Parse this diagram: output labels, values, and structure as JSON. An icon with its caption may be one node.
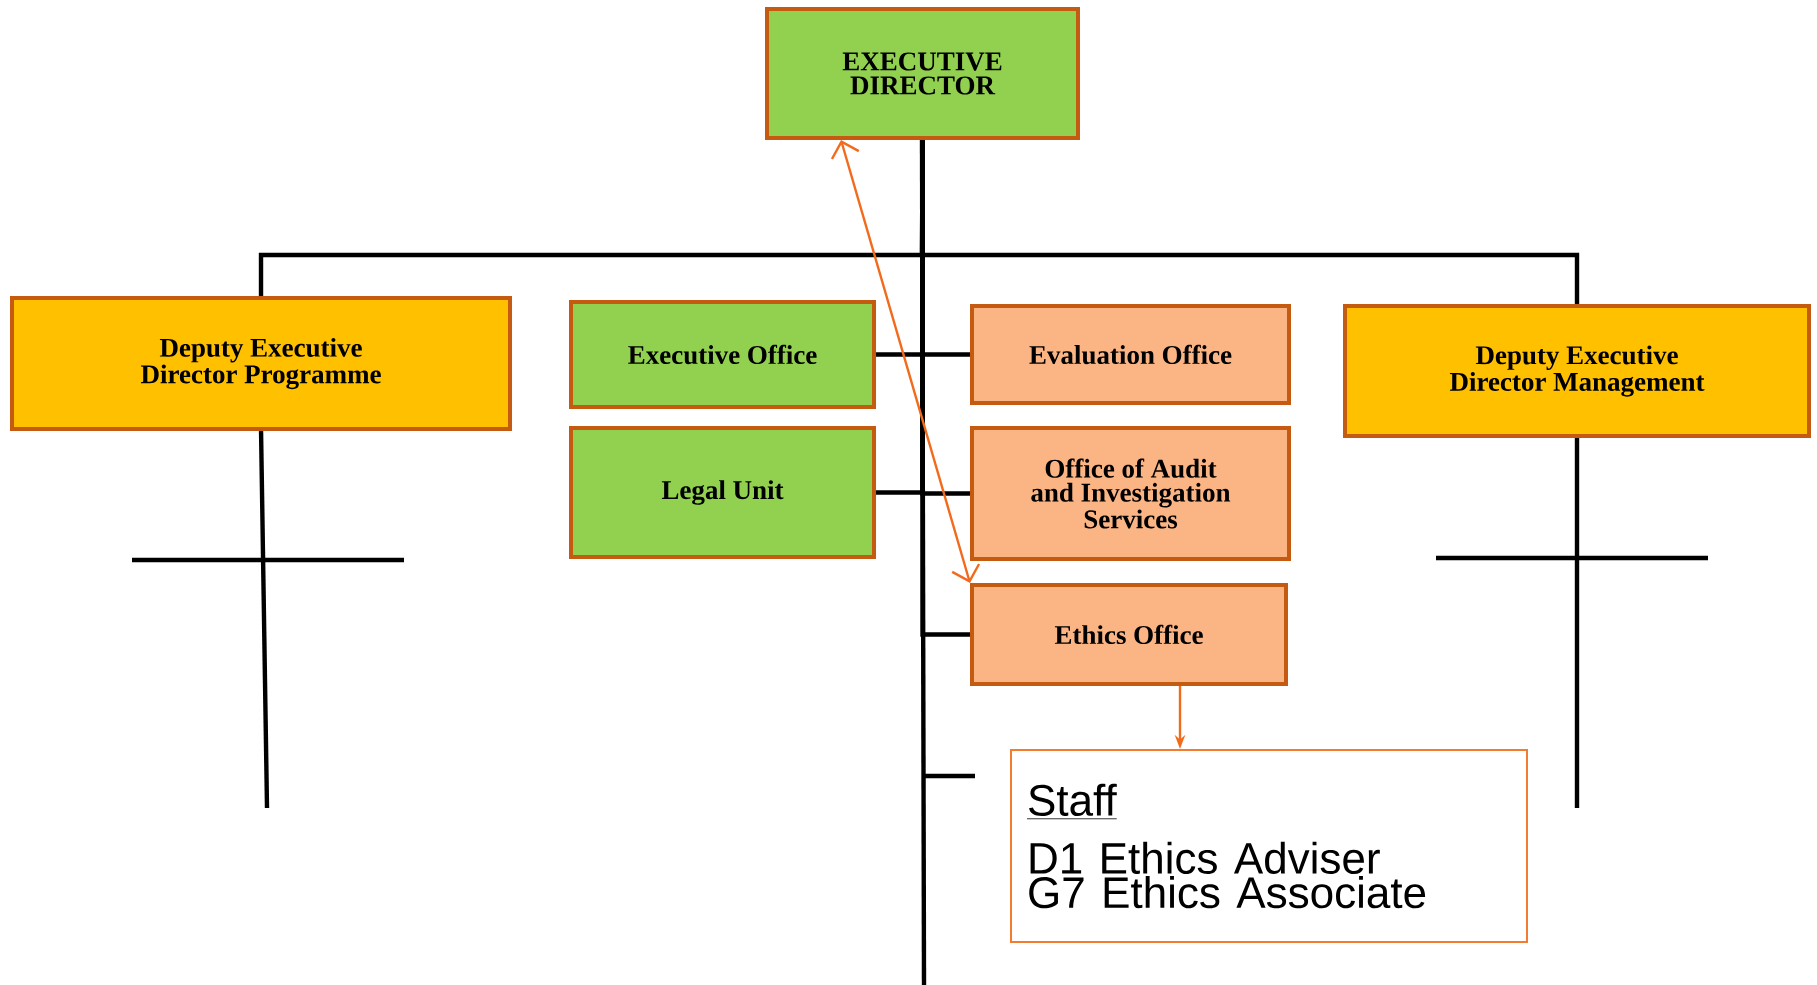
{
  "diagram": {
    "nodes": [
      {
        "text": [
          "EXECUTIVE DIRECTOR"
        ]
      },
      {
        "text": [
          "Deputy Executive Director Programme"
        ]
      },
      {
        "text": [
          "Executive Office"
        ]
      },
      {
        "text": [
          "Evaluation Office"
        ]
      },
      {
        "text": [
          "Deputy Executive Director Management"
        ]
      },
      {
        "text": [
          "Legal Unit"
        ]
      },
      {
        "text": [
          "Office of Audit and Investigation Services"
        ]
      },
      {
        "text": [
          "Ethics Office"
        ]
      },
      {
        "text": [
          "Staff",
          "D1 Ethics Adviser",
          "G7 Ethics Associate"
        ]
      }
    ],
    "edges": [
      {
        "from": 0,
        "to": 1,
        "arrow": "none"
      },
      {
        "from": 0,
        "to": 2,
        "arrow": "none"
      },
      {
        "from": 0,
        "to": 3,
        "arrow": "none"
      },
      {
        "from": 0,
        "to": 4,
        "arrow": "none"
      },
      {
        "from": 0,
        "to": 5,
        "arrow": "none"
      },
      {
        "from": 0,
        "to": 6,
        "arrow": "none"
      },
      {
        "from": 0,
        "to": 7,
        "arrow": "none"
      },
      {
        "from": 0,
        "to": 7,
        "arrow": "both",
        "color": "#f26b1d"
      },
      {
        "from": 7,
        "to": 8,
        "arrow": "to",
        "color": "#f26b1d"
      }
    ]
  }
}
